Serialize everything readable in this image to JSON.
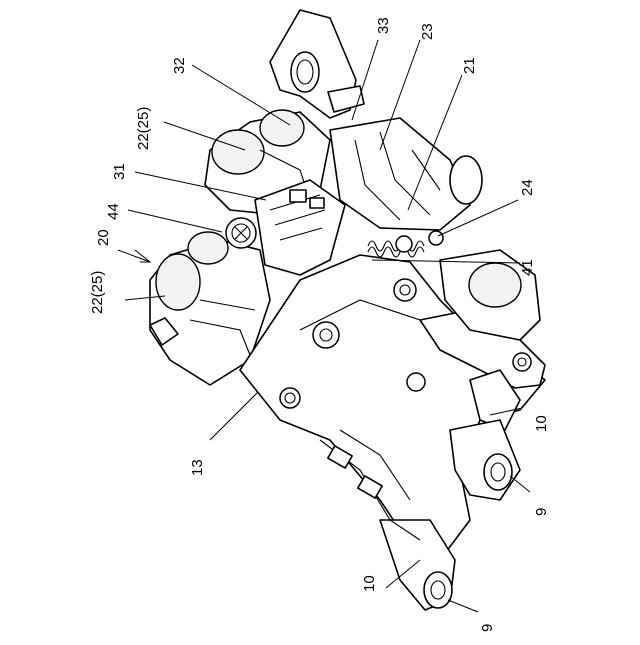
{
  "figure": {
    "labels": {
      "l20": "20",
      "l44": "44",
      "l31": "31",
      "l22a": "22(25)",
      "l32": "32",
      "l33": "33",
      "l23": "23",
      "l21": "21",
      "l24": "24",
      "l41": "41",
      "l22b": "22(25)",
      "l13": "13",
      "l10a": "10",
      "l9a": "9",
      "l10b": "10",
      "l9b": "9"
    }
  }
}
